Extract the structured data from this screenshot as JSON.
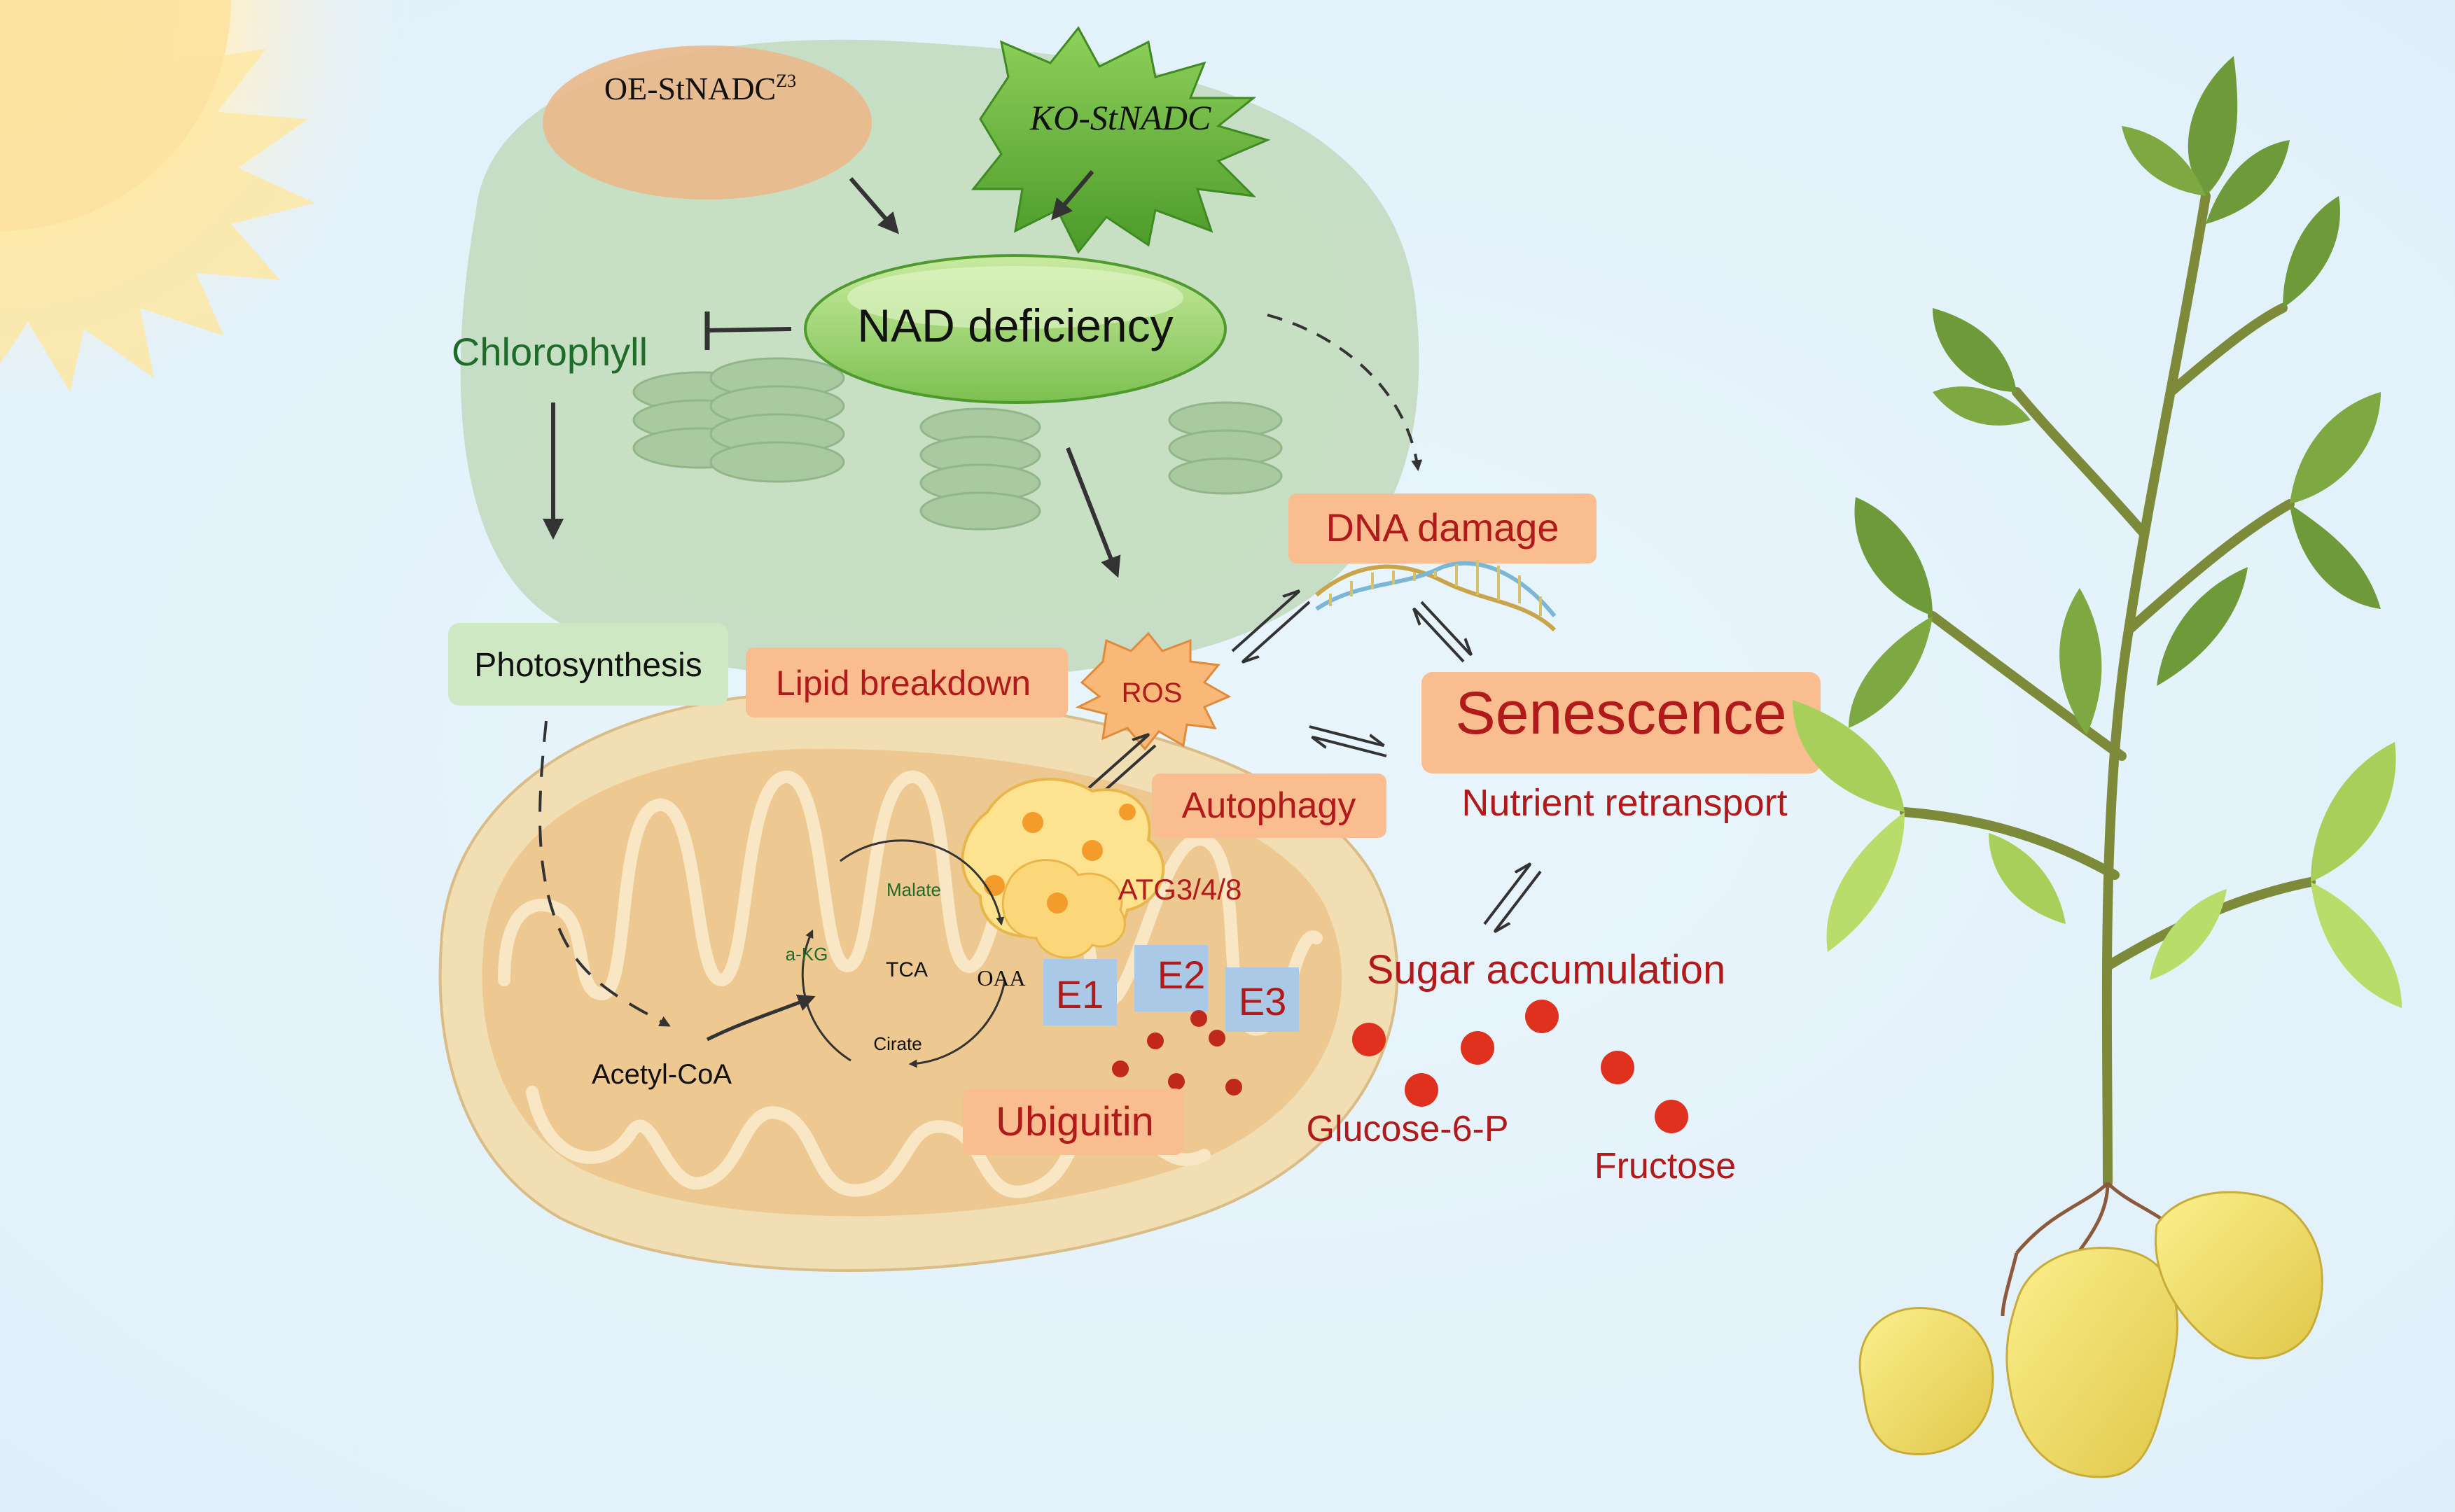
{
  "labels": {
    "oe_line": "OE-StNADC",
    "oe_sup": "Z3",
    "ko": "KO-StNADC",
    "nad": "NAD deficiency",
    "chlorophyll": "Chlorophyll",
    "photosynthesis": "Photosynthesis",
    "lipid": "Lipid breakdown",
    "ros": "ROS",
    "dna": "DNA damage",
    "senescence": "Senescence",
    "nutrient": "Nutrient retransport",
    "autophagy": "Autophagy",
    "atg": "ATG3/4/8",
    "sugar": "Sugar accumulation",
    "glucose": "Glucose-6-P",
    "fructose": "Fructose",
    "ubiquitin": "Ubiguitin",
    "e1": "E1",
    "e2": "E2",
    "e3": "E3",
    "acetyl": "Acetyl-CoA",
    "tca": "TCA",
    "malate": "Malate",
    "akg": "a-KG",
    "oaa": "OAA",
    "citrate": "Cirate"
  },
  "colors": {
    "background": "#e6f3fb",
    "label_red": "#b01a1a",
    "label_green": "#1f6b2a",
    "orange_box": "#f9bd90",
    "green_box": "#cfe8c4",
    "e_box": "#a9c9e6",
    "chloroplast": "#bcd6b4",
    "mitochondrion": "#f4d7a5",
    "sugar_dot": "#e0301e"
  }
}
